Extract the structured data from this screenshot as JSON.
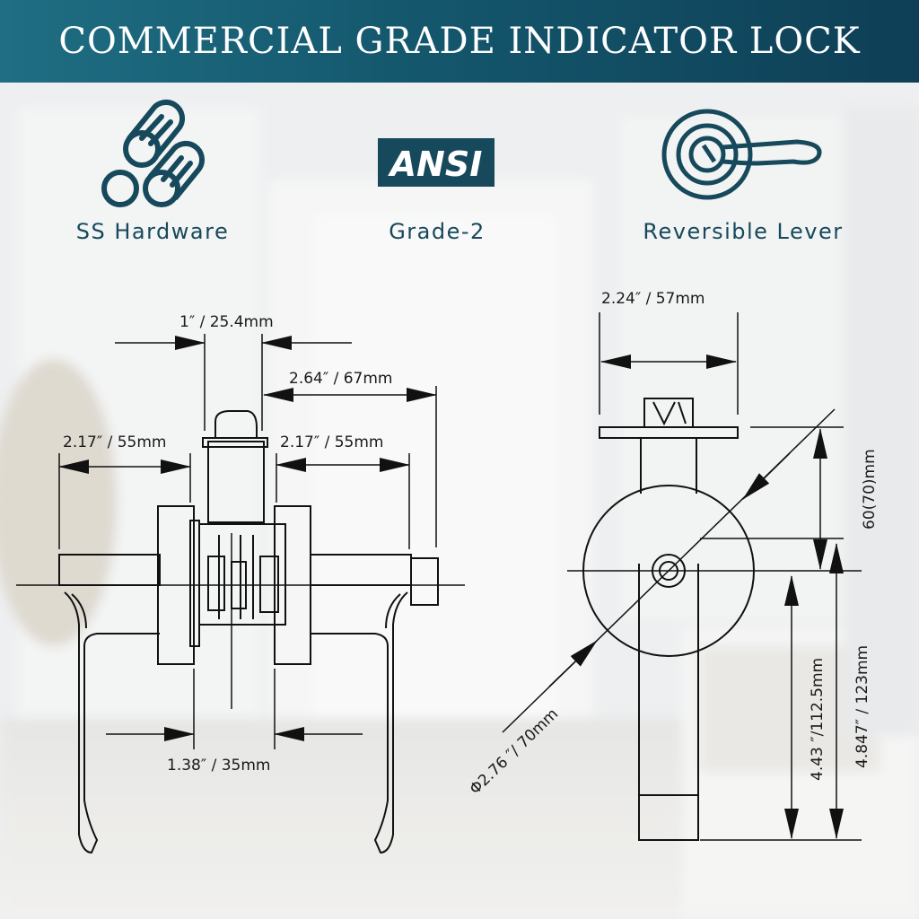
{
  "title": "COMMERCIAL GRADE INDICATOR LOCK",
  "features": [
    {
      "label": "SS Hardware",
      "icon": "steel-bars-icon"
    },
    {
      "label": "Grade-2",
      "icon": "ansi-badge-icon",
      "badge_text": "ANSI"
    },
    {
      "label": "Reversible Lever",
      "icon": "lever-handle-icon"
    }
  ],
  "colors": {
    "banner": "#14576d",
    "icon": "#17495c",
    "line": "#111111"
  },
  "dimensions": {
    "spindle_width": "1″ / 25.4mm",
    "outside_projection": "2.64″ / 67mm",
    "lever_projection_left": "2.17″ / 55mm",
    "lever_projection_right": "2.17″ / 55mm",
    "door_thickness": "1.38″ / 35mm",
    "latch_width": "2.24″ / 57mm",
    "backset": "60(70)mm",
    "rose_diameter": "Φ2.76 ″/ 70mm",
    "lever_length_short": "4.43 ″/112.5mm",
    "lever_length_long": "4.847″ / 123mm"
  }
}
